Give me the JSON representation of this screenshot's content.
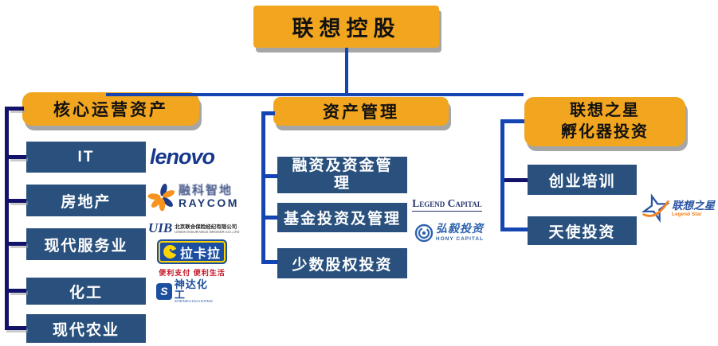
{
  "root": {
    "label": "联想控股"
  },
  "branches": {
    "core": {
      "header": "核心运营资产",
      "items": [
        "IT",
        "房地产",
        "现代服务业",
        "化工",
        "现代农业"
      ]
    },
    "asset": {
      "header": "资产管理",
      "items": [
        "融资及资金管理",
        "基金投资及管理",
        "少数股权投资"
      ]
    },
    "star": {
      "header_line1": "联想之星",
      "header_line2": "孵化器投资",
      "items": [
        "创业培训",
        "天使投资"
      ]
    }
  },
  "logos": {
    "lenovo": {
      "wordmark": "lenovo"
    },
    "raycom": {
      "cn": "融科智地",
      "en": "RAYCOM"
    },
    "uib": {
      "abbr": "UIB",
      "cn": "北京联合保险经纪有限公司",
      "en": "UNION INSURANCE BROKER CO.,LTD"
    },
    "lakala": {
      "name": "拉卡拉",
      "slogan": "便利支付 便利生活"
    },
    "shenda": {
      "icon_letter": "S",
      "cn": "神达化工",
      "en": "SHENDAHUAGONG"
    },
    "legend_capital": {
      "wordmark": "Legend Capital"
    },
    "hony": {
      "cn": "弘毅投资",
      "en": "HONY CAPITAL"
    },
    "legend_star": {
      "cn": "联想之星",
      "en": "Legend Star"
    }
  },
  "colors": {
    "header_fill": "#F2A51E",
    "item_fill": "#2A517E",
    "connector_royal": "#1545B2",
    "connector_navy": "#12126B",
    "shadow_gray": "#A6A6A6",
    "lenovo_blue": "#17378C",
    "lakala_blue": "#1C4FA1",
    "lakala_yellow": "#FFD400",
    "slogan_red": "#C41220",
    "star_orange": "#F58220"
  }
}
